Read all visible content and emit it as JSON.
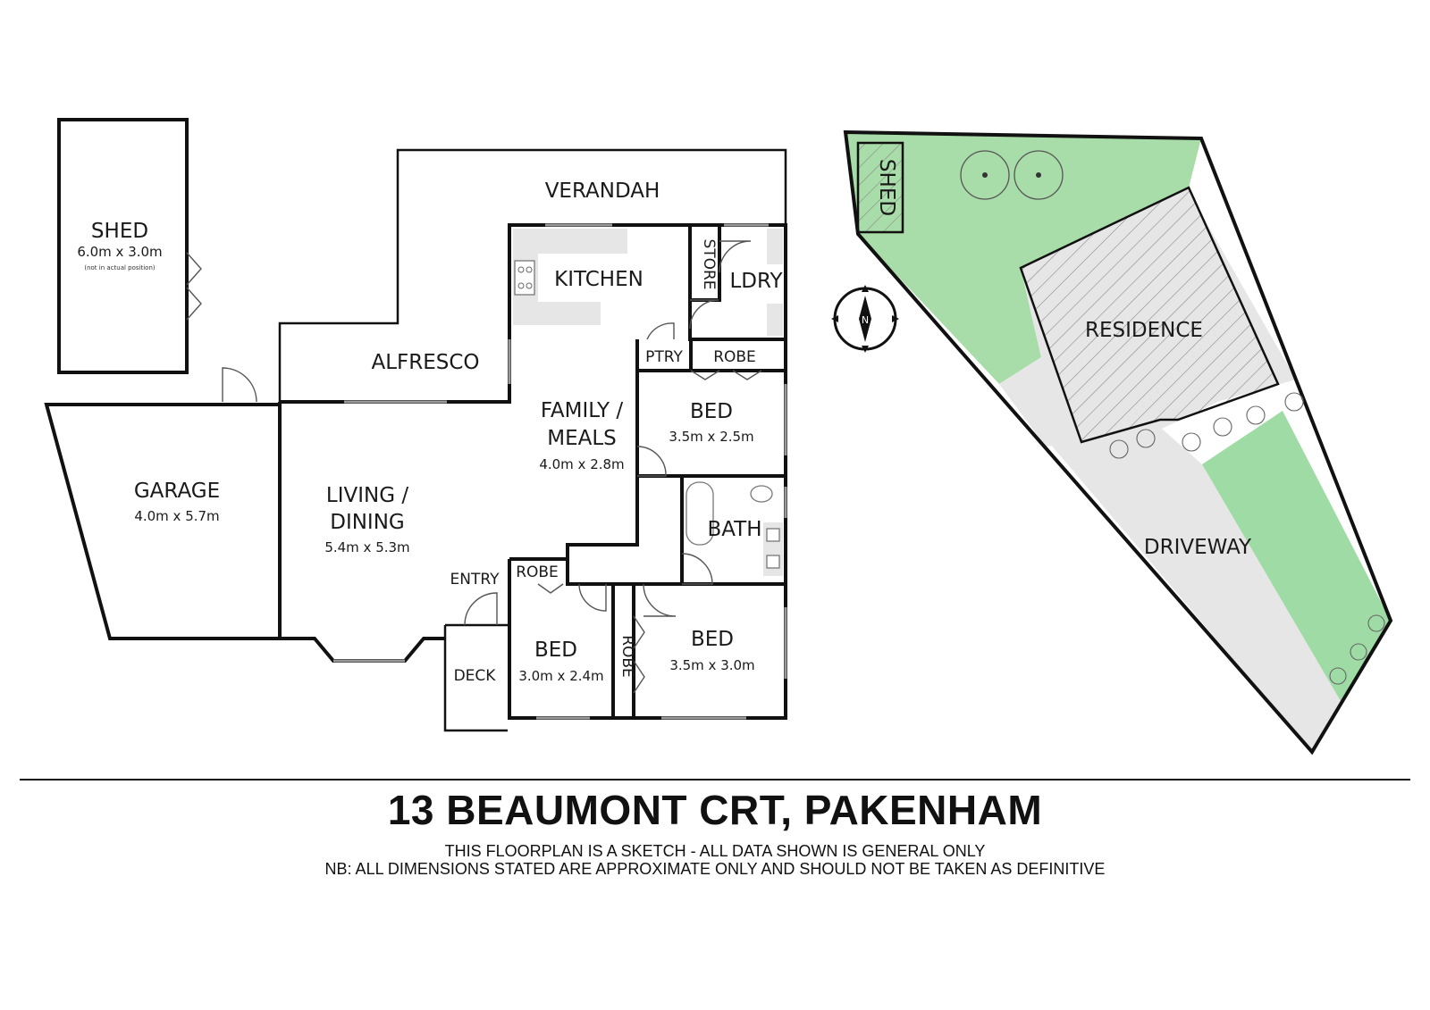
{
  "rooms": {
    "shed": {
      "label": "SHED",
      "dim": "6.0m x 3.0m",
      "note": "(not in actual position)"
    },
    "verandah": {
      "label": "VERANDAH"
    },
    "kitchen": {
      "label": "KITCHEN"
    },
    "store": {
      "label": "STORE"
    },
    "laundry": {
      "label": "LDRY"
    },
    "alfresco": {
      "label": "ALFRESCO"
    },
    "pantry": {
      "label": "PTRY"
    },
    "robe_top": {
      "label": "ROBE"
    },
    "family": {
      "label_line1": "FAMILY /",
      "label_line2": "MEALS",
      "dim": "4.0m x 2.8m"
    },
    "bed1": {
      "label": "BED",
      "dim": "3.5m x 2.5m"
    },
    "garage": {
      "label": "GARAGE",
      "dim": "4.0m x 5.7m"
    },
    "living": {
      "label_line1": "LIVING /",
      "label_line2": "DINING",
      "dim": "5.4m x 5.3m"
    },
    "bath": {
      "label": "BATH"
    },
    "entry": {
      "label": "ENTRY"
    },
    "robe_mid": {
      "label": "ROBE"
    },
    "deck": {
      "label": "DECK"
    },
    "bed2": {
      "label": "BED",
      "dim": "3.0m x 2.4m"
    },
    "robe_side": {
      "label": "ROBE"
    },
    "bed3": {
      "label": "BED",
      "dim": "3.5m x 3.0m"
    }
  },
  "site": {
    "shed_label": "SHED",
    "residence_label": "RESIDENCE",
    "driveway_label": "DRIVEWAY",
    "compass_label": "N"
  },
  "colors": {
    "grass": "#a8dca8",
    "paving": "#e6e6e6",
    "walls": "#111111"
  },
  "footer": {
    "address": "13 BEAUMONT CRT, PAKENHAM",
    "disclaimer_line1": "THIS FLOORPLAN IS A SKETCH - ALL DATA SHOWN IS GENERAL ONLY",
    "disclaimer_line2": "NB: ALL DIMENSIONS STATED ARE APPROXIMATE ONLY AND SHOULD NOT BE TAKEN AS DEFINITIVE"
  }
}
